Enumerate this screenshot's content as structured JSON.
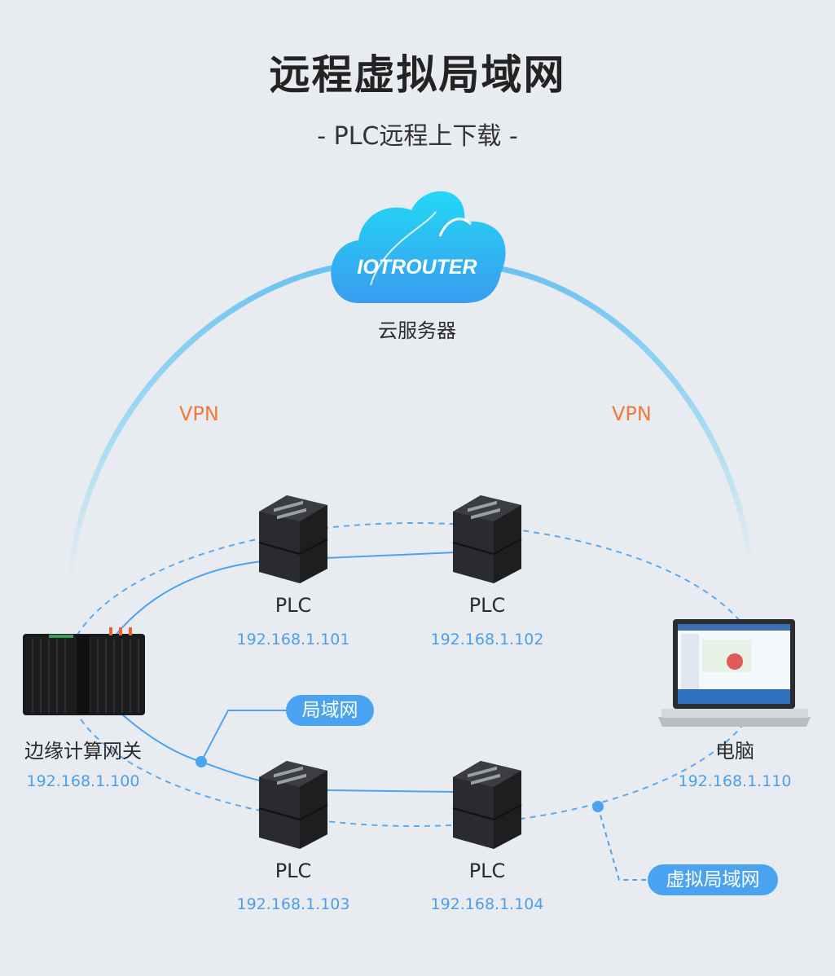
{
  "header": {
    "title": "远程虚拟局域网",
    "subtitle": "-  PLC远程上下载  -"
  },
  "cloud": {
    "logo_text": "IOTROUTER",
    "label": "云服务器"
  },
  "links": {
    "vpn_left": "VPN",
    "vpn_right": "VPN",
    "lan_badge": "局域网",
    "vlan_badge": "虚拟局域网"
  },
  "devices": {
    "gateway": {
      "label": "边缘计算网关",
      "ip": "192.168.1.100"
    },
    "plcs": [
      {
        "label": "PLC",
        "ip": "192.168.1.101"
      },
      {
        "label": "PLC",
        "ip": "192.168.1.102"
      },
      {
        "label": "PLC",
        "ip": "192.168.1.103"
      },
      {
        "label": "PLC",
        "ip": "192.168.1.104"
      }
    ],
    "computer": {
      "label": "电脑",
      "ip": "192.168.1.110"
    }
  },
  "colors": {
    "background": "#e8ecf1",
    "line_blue": "#4aa3f0",
    "vpn_orange": "#f07a3a",
    "cloud_top": "#22d6f5",
    "cloud_bottom": "#3a9df0"
  }
}
